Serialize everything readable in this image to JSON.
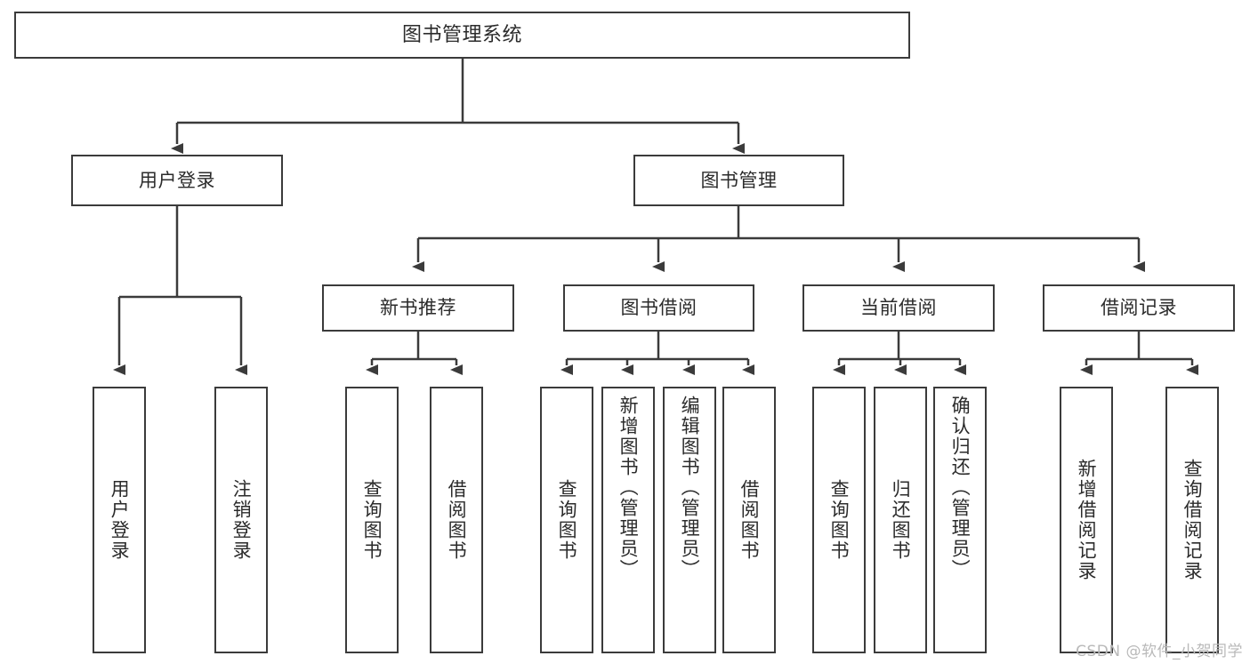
{
  "diagram": {
    "type": "tree",
    "title": "图书管理系统",
    "watermark": "CSDN @软件_小贺同学",
    "colors": {
      "stroke": "#3b3b3b",
      "fill": "#ffffff",
      "text": "#2b2b2b",
      "watermark": "#b9b9b9"
    },
    "nodes": {
      "root": {
        "label": "图书管理系统"
      },
      "level2": [
        {
          "label": "用户登录"
        },
        {
          "label": "图书管理"
        }
      ],
      "level3": [
        {
          "label": "新书推荐"
        },
        {
          "label": "图书借阅"
        },
        {
          "label": "当前借阅"
        },
        {
          "label": "借阅记录"
        }
      ],
      "leaves": [
        {
          "label": "用户登录",
          "parent": "用户登录"
        },
        {
          "label": "注销登录",
          "parent": "用户登录"
        },
        {
          "label": "查询图书",
          "parent": "新书推荐"
        },
        {
          "label": "借阅图书",
          "parent": "新书推荐"
        },
        {
          "label": "查询图书",
          "parent": "图书借阅"
        },
        {
          "label": "新增图书（管理员）",
          "parent": "图书借阅"
        },
        {
          "label": "编辑图书（管理员）",
          "parent": "图书借阅"
        },
        {
          "label": "借阅图书",
          "parent": "图书借阅"
        },
        {
          "label": "查询图书",
          "parent": "当前借阅"
        },
        {
          "label": "归还图书",
          "parent": "当前借阅"
        },
        {
          "label": "确认归还（管理员）",
          "parent": "当前借阅"
        },
        {
          "label": "新增借阅记录",
          "parent": "借阅记录"
        },
        {
          "label": "查询借阅记录",
          "parent": "借阅记录"
        }
      ]
    }
  }
}
